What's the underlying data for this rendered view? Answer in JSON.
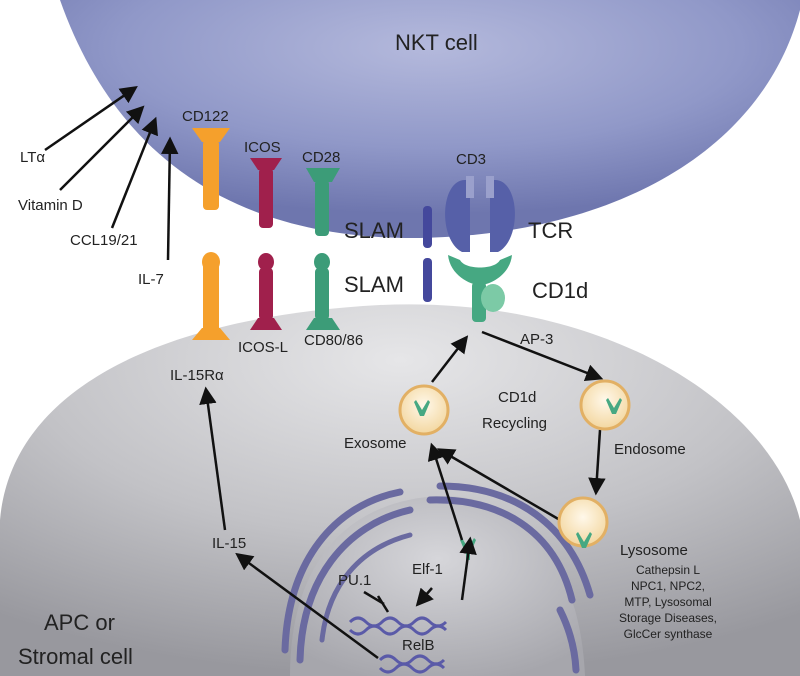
{
  "cells": {
    "nkt": "NKT cell",
    "apc_line1": "APC or",
    "apc_line2": "Stromal cell"
  },
  "signals": {
    "lta": "LTα",
    "vitd": "Vitamin D",
    "ccl": "CCL19/21",
    "il7": "IL-7"
  },
  "receptors": {
    "cd122": "CD122",
    "icos": "ICOS",
    "cd28": "CD28",
    "cd3": "CD3",
    "slam_top": "SLAM",
    "slam_bottom": "SLAM",
    "tcr": "TCR",
    "cd1d": "CD1d",
    "ap3": "AP-3",
    "il15ra": "IL-15Rα",
    "icosl": "ICOS-L",
    "cd8086": "CD80/86",
    "il15": "IL-15"
  },
  "trafficking": {
    "recycling_line1": "CD1d",
    "recycling_line2": "Recycling",
    "exosome": "Exosome",
    "endosome": "Endosome",
    "lysosome": "Lysosome",
    "lyso_details": [
      "Cathepsin L",
      "NPC1, NPC2,",
      "MTP, Lysosomal",
      "Storage Diseases,",
      "GlcCer synthase"
    ]
  },
  "nucleus": {
    "pu1": "PU.1",
    "elf1": "Elf-1",
    "relb": "RelB"
  },
  "colors": {
    "nkt_cell": "#8c94c4",
    "apc_cell": "#b8b8bc",
    "cd122": "#f5a02c",
    "icos": "#a0204c",
    "cd28": "#3c9c78",
    "slam": "#44489c",
    "tcr": "#5660a8",
    "cd1d": "#46a882",
    "vesicle": "#f0c878",
    "er": "#6a6aa0"
  }
}
